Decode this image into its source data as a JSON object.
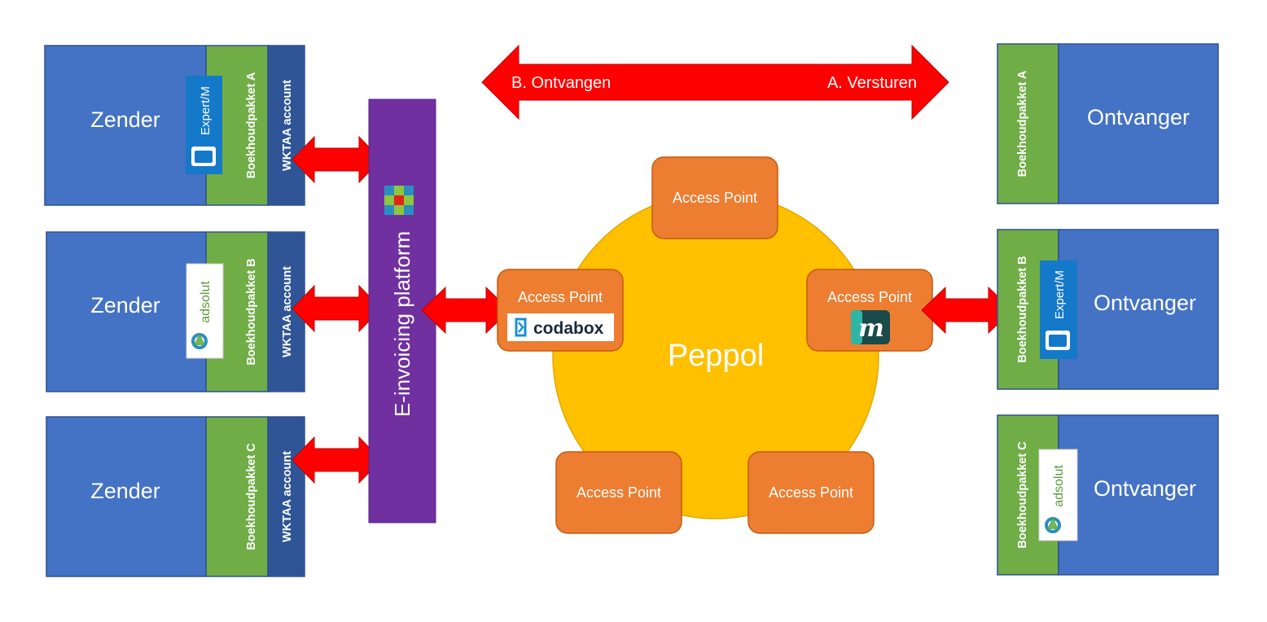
{
  "colors": {
    "blue": "#4472c4",
    "green": "#70ad47",
    "dark_blue": "#2f5597",
    "purple": "#7030a0",
    "orange": "#ed7d31",
    "gold": "#ffc000",
    "red_arrow": "#ff0000"
  },
  "senders": [
    {
      "label": "Zender",
      "package": "Boekhoudpakket A",
      "account": "WKTAA account",
      "logo": "Expert/M"
    },
    {
      "label": "Zender",
      "package": "Boekhoudpakket B",
      "account": "WKTAA account",
      "logo": "adsolut"
    },
    {
      "label": "Zender",
      "package": "Boekhoudpakket C",
      "account": "WKTAA account",
      "logo": ""
    }
  ],
  "platform": {
    "label": "E-invoicing platform",
    "icon": "wolters-kluwer-icon"
  },
  "network": {
    "label": "Peppol",
    "access_point_label": "Access Point",
    "access_point_logos": [
      "codabox",
      "m"
    ]
  },
  "direction_arrow": {
    "left_label": "B. Ontvangen",
    "right_label": "A. Versturen"
  },
  "receivers": [
    {
      "label": "Ontvanger",
      "package": "Boekhoudpakket A",
      "logo": ""
    },
    {
      "label": "Ontvanger",
      "package": "Boekhoudpakket B",
      "logo": "Expert/M"
    },
    {
      "label": "Ontvanger",
      "package": "Boekhoudpakket C",
      "logo": "adsolut"
    }
  ]
}
